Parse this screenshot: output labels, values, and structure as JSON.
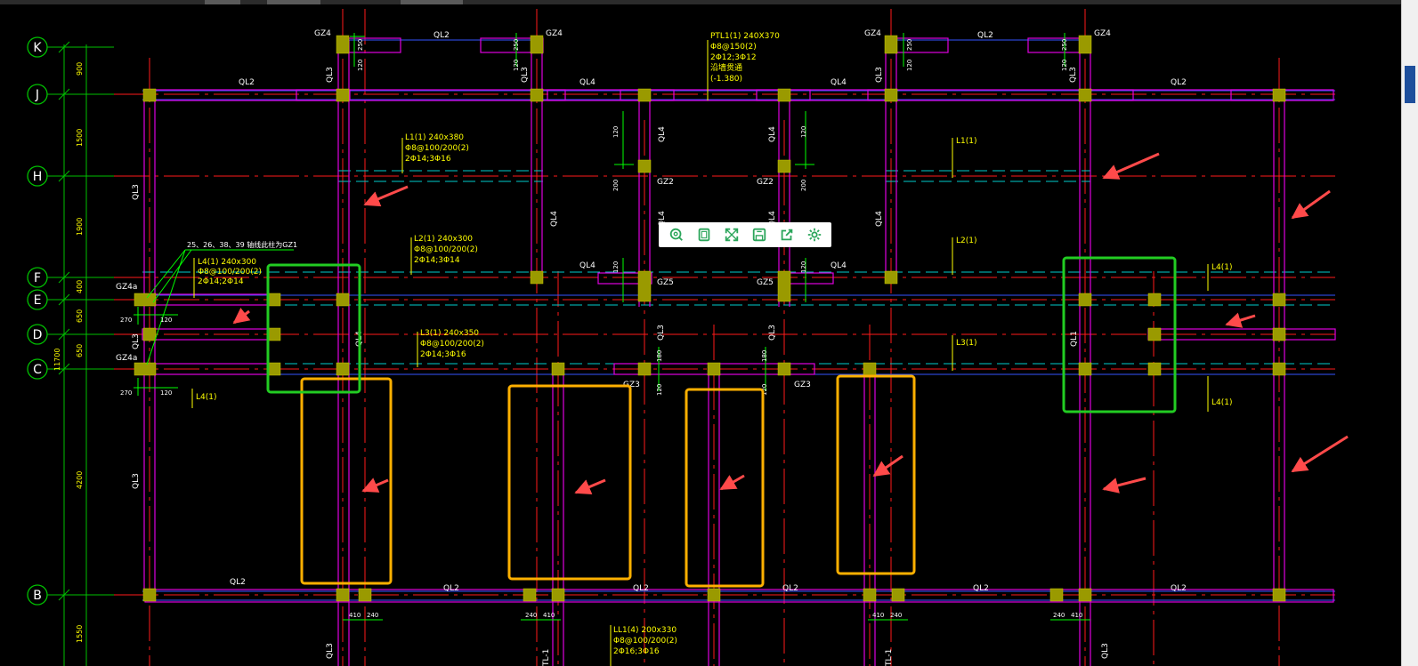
{
  "axes": {
    "rows": [
      {
        "label": "K"
      },
      {
        "label": "J"
      },
      {
        "label": "H"
      },
      {
        "label": "F"
      },
      {
        "label": "E"
      },
      {
        "label": "D"
      },
      {
        "label": "C"
      },
      {
        "label": "B"
      }
    ],
    "dims": [
      "900",
      "1500",
      "1900",
      "400",
      "650",
      "650",
      "4200",
      "1550"
    ],
    "dim_total": "11700"
  },
  "members": {
    "gz4": "GZ4",
    "gz4a": "GZ4a",
    "gz2": "GZ2",
    "gz3": "GZ3",
    "gz5": "GZ5",
    "ql1": "QL1",
    "ql2": "QL2",
    "ql3": "QL3",
    "ql4": "QL4",
    "l1": "L1(1)",
    "l2": "L2(1)",
    "l3": "L3(1)",
    "l4": "L4(1)",
    "tl": "TL-1"
  },
  "dims_small": {
    "d120": "120",
    "d250": "250",
    "d200": "200",
    "d270": "270",
    "d180": "180",
    "d410": "410",
    "d240": "240"
  },
  "annotations": {
    "ptl1": [
      "PTL1(1) 240X370",
      "Φ8@150(2)",
      "2Φ12;3Φ12",
      "沿墙贯通",
      "(-1.380)"
    ],
    "l1": [
      "L1(1) 240x380",
      "Φ8@100/200(2)",
      "2Φ14;3Φ16"
    ],
    "l2": [
      "L2(1) 240x300",
      "Φ8@100/200(2)",
      "2Φ14;3Φ14"
    ],
    "l3": [
      "L3(1) 240x350",
      "Φ8@100/200(2)",
      "2Φ14;3Φ16"
    ],
    "l4": [
      "L4(1) 240x300",
      "Φ8@100/200(2)",
      "2Φ14;2Φ14"
    ],
    "ll1": [
      "LL1(4) 200x330",
      "Φ8@100/200(2)",
      "2Φ16;3Φ16"
    ],
    "axis_note": "25、26、38、39 轴线此柱为GZ1"
  },
  "toolbar": [
    {
      "icon": "zoom-search-icon"
    },
    {
      "icon": "fit-page-icon"
    },
    {
      "icon": "fullscreen-icon"
    },
    {
      "icon": "save-icon"
    },
    {
      "icon": "share-icon"
    },
    {
      "icon": "settings-icon"
    }
  ],
  "colors": {
    "background": "#000000",
    "axis_green": "#00c000",
    "grid_red": "#ff1a1a",
    "wall_magenta": "#e000e0",
    "column_olive": "#9a9a00",
    "text_yellow": "#ffff00",
    "highlight_orange": "#ffb000",
    "highlight_green": "#22cc22",
    "arrow_red": "#ff4a4a",
    "dim_green": "#00ff00",
    "thumb_blue": "#1e4f9c"
  }
}
